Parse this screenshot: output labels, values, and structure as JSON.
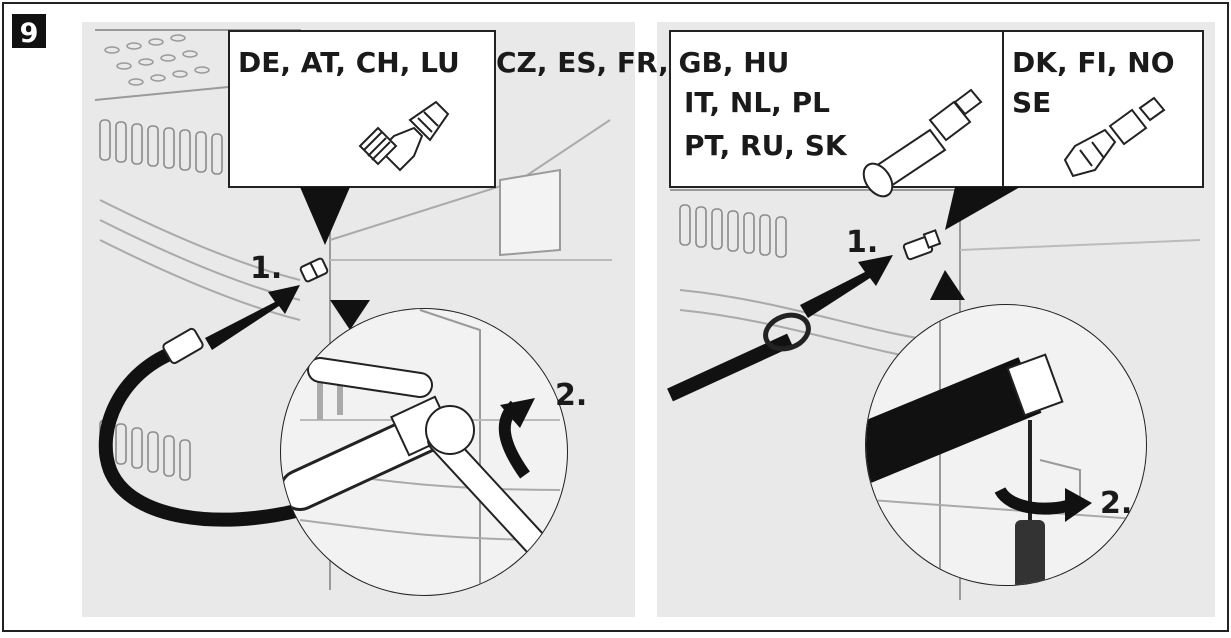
{
  "step": {
    "number": "9"
  },
  "left": {
    "countries": "DE, AT, CH, LU",
    "step1": "1.",
    "step2": "2."
  },
  "right": {
    "countries": {
      "line1": "CZ, ES, FR, GB, HU",
      "line2": "IT, NL, PL",
      "line3": "PT, RU, SK"
    },
    "countries_nordic": {
      "line1": "DK, FI, NO",
      "line2": "SE"
    },
    "step1": "1.",
    "step2": "2."
  },
  "colors": {
    "ink": "#1a1a1a",
    "panel": "#e9e9e9",
    "hose": "#222222"
  }
}
